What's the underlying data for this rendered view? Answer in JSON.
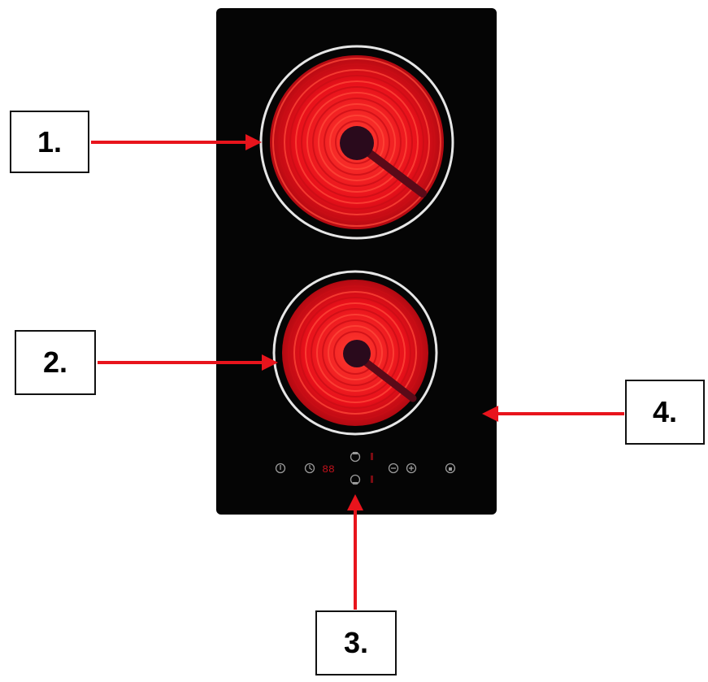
{
  "callouts": [
    {
      "id": "1",
      "label": "1."
    },
    {
      "id": "2",
      "label": "2."
    },
    {
      "id": "3",
      "label": "3."
    },
    {
      "id": "4",
      "label": "4."
    }
  ],
  "colors": {
    "glass_panel": "#050505",
    "burner_hot": "#e8101a",
    "burner_coil": "#ff2a2a",
    "burner_center": "#2a0a1c",
    "burner_ring": "#e6e6e6",
    "arrow": "#e8141c",
    "control_icon": "#9a9a9a",
    "control_display": "#c0121c"
  },
  "control_panel": {
    "icons": [
      "power-icon",
      "timer-icon",
      "zone-select-icon",
      "minus-icon",
      "plus-icon",
      "lock-icon"
    ],
    "display_value": "88"
  }
}
